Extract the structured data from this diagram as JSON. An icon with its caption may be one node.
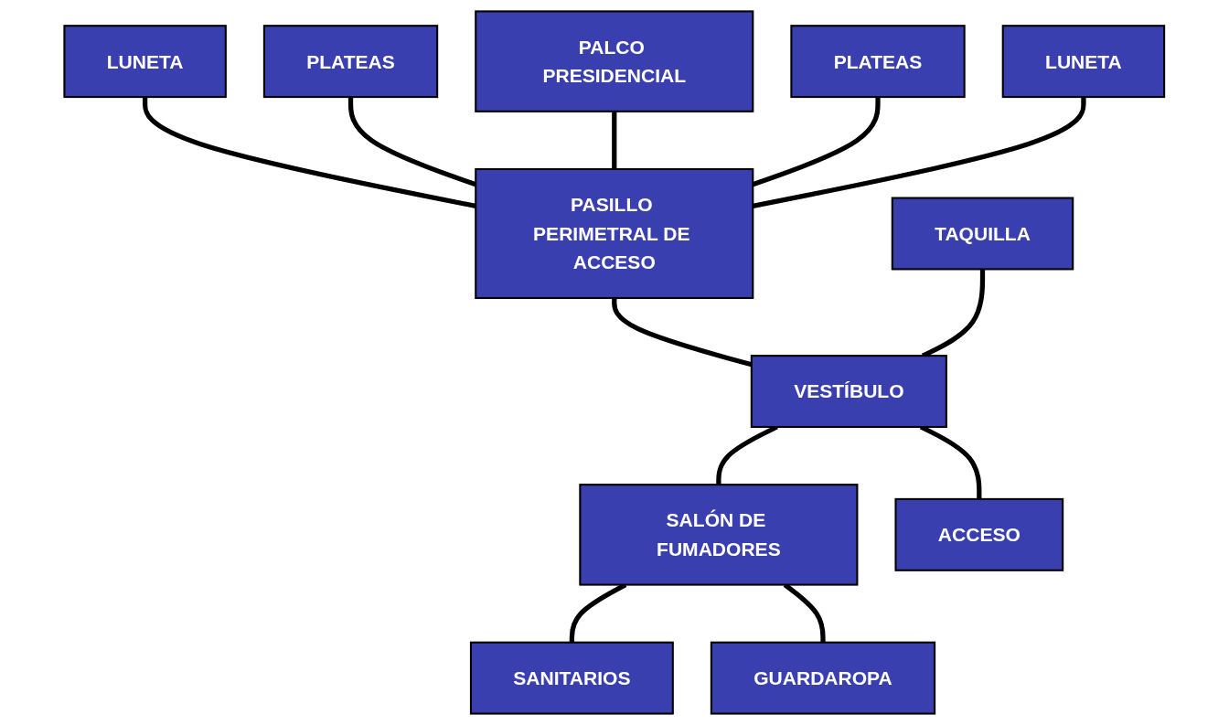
{
  "diagram": {
    "nodes": [
      {
        "text": [
          "LUNETA"
        ]
      },
      {
        "text": [
          "PLATEAS"
        ]
      },
      {
        "text": [
          "PALCO PRESIDENCIAL"
        ]
      },
      {
        "text": [
          "PLATEAS"
        ]
      },
      {
        "text": [
          "LUNETA"
        ]
      },
      {
        "text": [
          "PASILLO PERIMETRAL DE ACCESO"
        ]
      },
      {
        "text": [
          "TAQUILLA"
        ]
      },
      {
        "text": [
          "VESTÍBULO"
        ]
      },
      {
        "text": [
          "SALÓN DE FUMADORES"
        ]
      },
      {
        "text": [
          "SANITARIOS"
        ]
      },
      {
        "text": [
          "GUARDAROPA"
        ]
      },
      {
        "text": [
          "ACCESO"
        ]
      }
    ],
    "edges": [
      {
        "from": 0,
        "to": 5,
        "arrow": "none"
      },
      {
        "from": 1,
        "to": 5,
        "arrow": "none"
      },
      {
        "from": 2,
        "to": 5,
        "arrow": "none"
      },
      {
        "from": 3,
        "to": 5,
        "arrow": "none"
      },
      {
        "from": 4,
        "to": 5,
        "arrow": "none"
      },
      {
        "from": 5,
        "to": 7,
        "arrow": "none"
      },
      {
        "from": 6,
        "to": 7,
        "arrow": "none"
      },
      {
        "from": 7,
        "to": 8,
        "arrow": "none"
      },
      {
        "from": 8,
        "to": 9,
        "arrow": "none"
      },
      {
        "from": 8,
        "to": 10,
        "arrow": "none"
      },
      {
        "from": 7,
        "to": 11,
        "arrow": "none"
      }
    ]
  }
}
